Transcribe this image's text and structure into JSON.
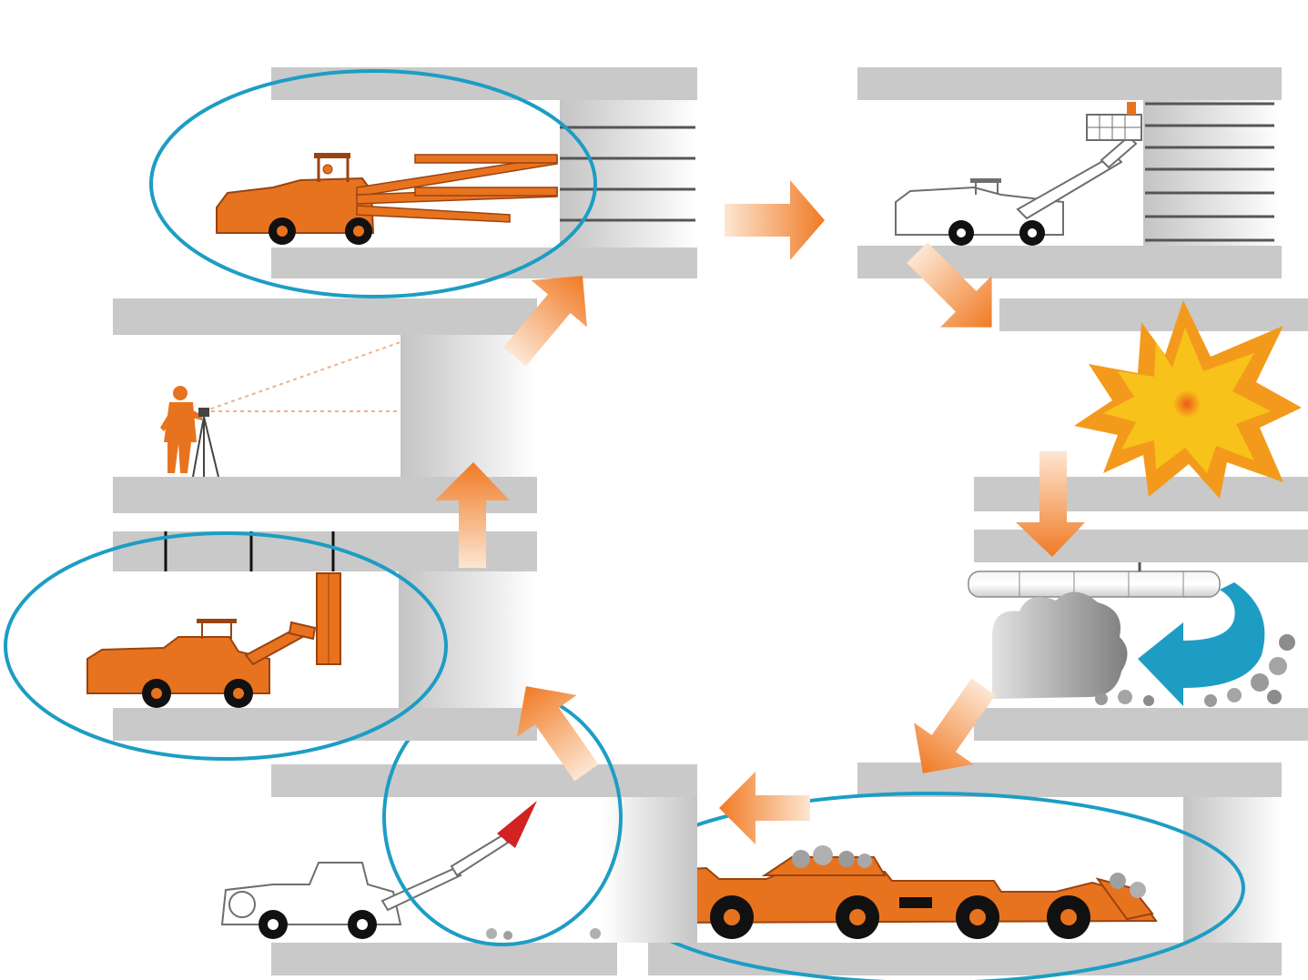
{
  "diagram": {
    "colors": {
      "rock": "#c9c9c9",
      "rock_dark": "#b3b3b3",
      "machine": "#e8731e",
      "machine_dark": "#9a4310",
      "wheel": "#111111",
      "outline_grey": "#6e6e6e",
      "arrow": "#f07a24",
      "arrow_fade": "#fbe0c6",
      "highlight": "#1d9dc4",
      "blast_outer": "#f39a1c",
      "blast_inner": "#f7c21a",
      "blast_core": "#ef5a1a",
      "smoke": "#9a9a9a",
      "airflow": "#1d9dc4"
    },
    "stages": [
      {
        "id": "drilling",
        "icon": "face-drilling-jumbo-icon",
        "highlighted": true
      },
      {
        "id": "charging",
        "icon": "charging-rig-icon",
        "highlighted": false
      },
      {
        "id": "blasting",
        "icon": "explosion-icon",
        "highlighted": false
      },
      {
        "id": "ventilation",
        "icon": "ventilation-duct-icon",
        "highlighted": false
      },
      {
        "id": "mucking",
        "icon": "loader-dump-truck-icon",
        "highlighted": true
      },
      {
        "id": "scaling",
        "icon": "scaling-rig-icon",
        "highlighted": true
      },
      {
        "id": "rock-bolting",
        "icon": "rock-bolting-rig-icon",
        "highlighted": true
      },
      {
        "id": "surveying",
        "icon": "surveyor-icon",
        "highlighted": false
      }
    ]
  }
}
